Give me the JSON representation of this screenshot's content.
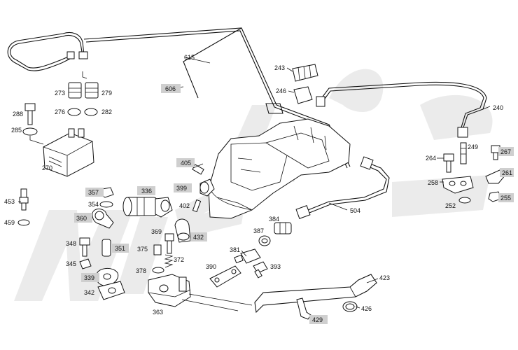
{
  "diagram": {
    "highlight_color": "#cfcfcf",
    "line_color": "#111111",
    "labels": {
      "p615": "615",
      "p243": "243",
      "p246": "246",
      "p240": "240",
      "p606": "606",
      "p273": "273",
      "p279": "279",
      "p276": "276",
      "p282": "282",
      "p288": "288",
      "p285": "285",
      "p270": "270",
      "p405": "405",
      "p399": "399",
      "p402": "402",
      "p336": "336",
      "p357": "357",
      "p354": "354",
      "p360": "360",
      "p453": "453",
      "p459": "459",
      "p264": "264",
      "p249": "249",
      "p267": "267",
      "p261": "261",
      "p258": "258",
      "p255": "255",
      "p252": "252",
      "p504": "504",
      "p384": "384",
      "p387": "387",
      "p369": "369",
      "p432": "432",
      "p348": "348",
      "p351": "351",
      "p375": "375",
      "p372": "372",
      "p381": "381",
      "p390": "390",
      "p393": "393",
      "p345": "345",
      "p378": "378",
      "p339": "339",
      "p342": "342",
      "p363": "363",
      "p423": "423",
      "p426": "426",
      "p429": "429"
    }
  }
}
